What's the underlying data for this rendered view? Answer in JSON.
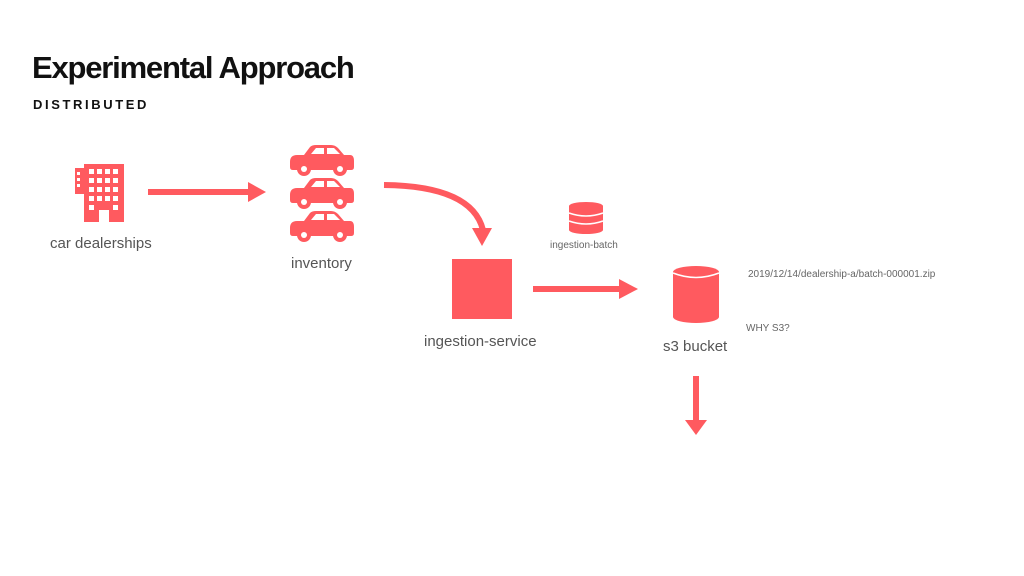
{
  "slide": {
    "title": "Experimental Approach",
    "subtitle": "DISTRIBUTED"
  },
  "diagram": {
    "accent_color": "#FF5A5F",
    "nodes": {
      "dealerships": {
        "label": "car dealerships",
        "icon": "building-icon"
      },
      "inventory": {
        "label": "inventory",
        "icon": "car-icon"
      },
      "ingestion_service": {
        "label": "ingestion-service",
        "icon": "square-service-icon"
      },
      "ingestion_batch": {
        "label": "ingestion-batch",
        "icon": "database-stack-icon"
      },
      "s3_bucket": {
        "label": "s3 bucket",
        "icon": "cylinder-bucket-icon"
      }
    },
    "annotations": {
      "object_path": "2019/12/14/dealership-a/batch-000001.zip",
      "why_s3": "WHY S3?"
    }
  }
}
